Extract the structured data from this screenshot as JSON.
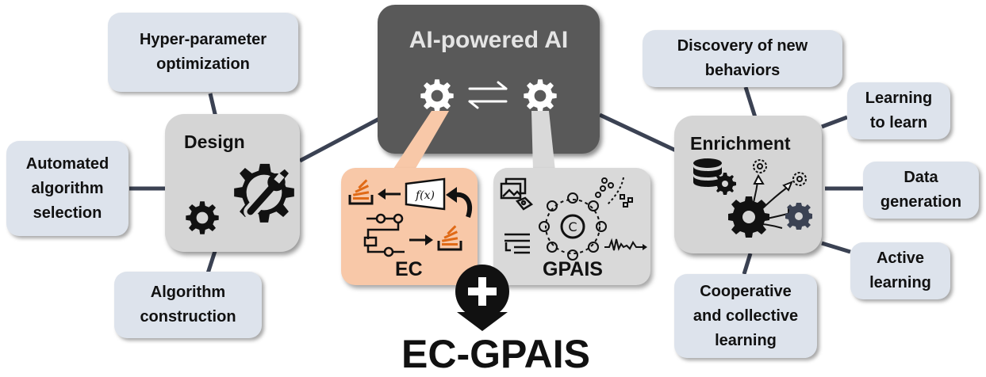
{
  "center": {
    "title": "AI-powered AI",
    "icons": [
      "gear-icon",
      "exchange-arrows-icon",
      "gear-icon"
    ]
  },
  "design": {
    "label": "Design",
    "icons": [
      "wrench-gear-icon",
      "gear-icon"
    ],
    "items": [
      "Hyper-parameter\noptimization",
      "Automated\nalgorithm\nselection",
      "Algorithm\nconstruction"
    ]
  },
  "ec": {
    "label": "EC",
    "icons": [
      "stack-icon",
      "function-box-icon",
      "flowchart-icon",
      "curved-arrow-icon"
    ]
  },
  "gpais": {
    "label": "GPAIS",
    "icons": [
      "images-tag-icon",
      "scatter-icon",
      "central-gear-icon",
      "list-icon",
      "signal-icon"
    ]
  },
  "merge": {
    "icon": "plus-arrow-icon",
    "label": "EC-GPAIS"
  },
  "enrichment": {
    "label": "Enrichment",
    "icons": [
      "database-gear-icon",
      "gear-network-icon"
    ],
    "items": [
      "Discovery of new\nbehaviors",
      "Learning\nto learn",
      "Data\ngeneration",
      "Active\nlearning",
      "Cooperative\nand collective\nlearning"
    ]
  },
  "colors": {
    "leaf_bg": "#dde3ec",
    "hub_bg": "#d5d5d5",
    "center_bg": "#595959",
    "connector": "#3b4253",
    "ec_bg": "#f8c8a8",
    "gpais_bg": "#d9d9d9",
    "accent_orange": "#e06a17"
  }
}
